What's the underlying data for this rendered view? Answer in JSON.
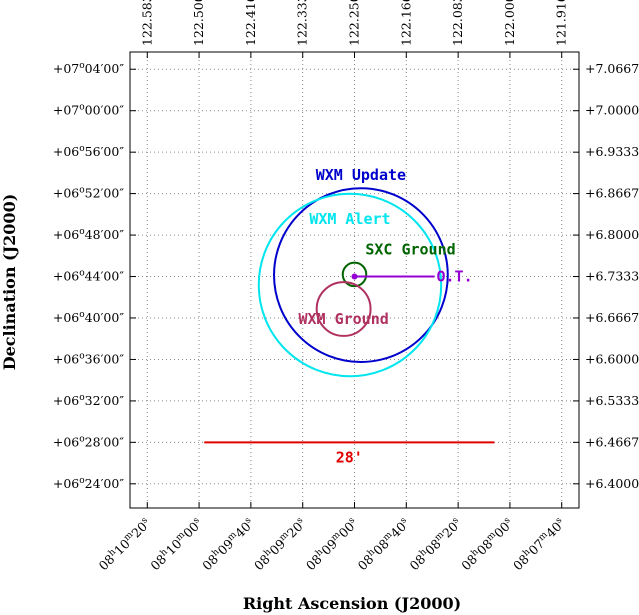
{
  "chart_data": {
    "type": "scatter",
    "xlabel": "Right Ascension (J2000)",
    "ylabel": "Declination (J2000)",
    "x_axis_bottom_ticks": [
      {
        "value": 122.5833,
        "h": "08",
        "m": "10",
        "s": "20"
      },
      {
        "value": 122.5,
        "h": "08",
        "m": "10",
        "s": "00"
      },
      {
        "value": 122.4167,
        "h": "08",
        "m": "09",
        "s": "40"
      },
      {
        "value": 122.3333,
        "h": "08",
        "m": "09",
        "s": "20"
      },
      {
        "value": 122.25,
        "h": "08",
        "m": "09",
        "s": "00"
      },
      {
        "value": 122.1667,
        "h": "08",
        "m": "08",
        "s": "40"
      },
      {
        "value": 122.0833,
        "h": "08",
        "m": "08",
        "s": "20"
      },
      {
        "value": 122.0,
        "h": "08",
        "m": "08",
        "s": "00"
      },
      {
        "value": 121.9167,
        "h": "08",
        "m": "07",
        "s": "40"
      }
    ],
    "x_axis_top_labels": [
      "122.5833",
      "122.5000",
      "122.4167",
      "122.3333",
      "122.2500",
      "122.1667",
      "122.0833",
      "122.0000",
      "121.9167"
    ],
    "y_axis_ticks": [
      {
        "value": 7.0667,
        "d": "+07",
        "m": "04",
        "s": "00",
        "right": "+7.0667"
      },
      {
        "value": 7.0,
        "d": "+07",
        "m": "00",
        "s": "00",
        "right": "+7.0000"
      },
      {
        "value": 6.9333,
        "d": "+06",
        "m": "56",
        "s": "00",
        "right": "+6.9333"
      },
      {
        "value": 6.8667,
        "d": "+06",
        "m": "52",
        "s": "00",
        "right": "+6.8667"
      },
      {
        "value": 6.8,
        "d": "+06",
        "m": "48",
        "s": "00",
        "right": "+6.8000"
      },
      {
        "value": 6.7333,
        "d": "+06",
        "m": "44",
        "s": "00",
        "right": "+6.7333"
      },
      {
        "value": 6.6667,
        "d": "+06",
        "m": "40",
        "s": "00",
        "right": "+6.6667"
      },
      {
        "value": 6.6,
        "d": "+06",
        "m": "36",
        "s": "00",
        "right": "+6.6000"
      },
      {
        "value": 6.5333,
        "d": "+06",
        "m": "32",
        "s": "00",
        "right": "+6.5333"
      },
      {
        "value": 6.4667,
        "d": "+06",
        "m": "28",
        "s": "00",
        "right": "+6.4667"
      },
      {
        "value": 6.4,
        "d": "+06",
        "m": "24",
        "s": "00",
        "right": "+6.4000"
      }
    ],
    "xlim": [
      122.6111,
      121.8889
    ],
    "ylim": [
      6.3611,
      7.0944
    ],
    "grid": true,
    "regions": [
      {
        "name": "WXM Update",
        "center": [
          122.2397,
          6.7356
        ],
        "radius_deg": 0.1397,
        "color": "#0000cc"
      },
      {
        "name": "WXM Alert",
        "center": [
          122.2573,
          6.7197
        ],
        "radius_deg": 0.1467,
        "color": "#00e5ee"
      },
      {
        "name": "SXC Ground",
        "center": [
          122.25,
          6.7367
        ],
        "radius_deg": 0.0189,
        "color": "#006400"
      },
      {
        "name": "WXM Ground",
        "center": [
          122.2675,
          6.6811
        ],
        "radius_deg": 0.0433,
        "color": "#b03060"
      }
    ],
    "optical_transient": {
      "label": "O.T.",
      "ra": 122.25,
      "dec": 6.7333,
      "color": "#9400d3"
    },
    "scale_bar": {
      "label": "28'",
      "ra_start": 122.4917,
      "ra_end": 122.025,
      "dec": 6.4667,
      "color": "#e00000"
    }
  }
}
